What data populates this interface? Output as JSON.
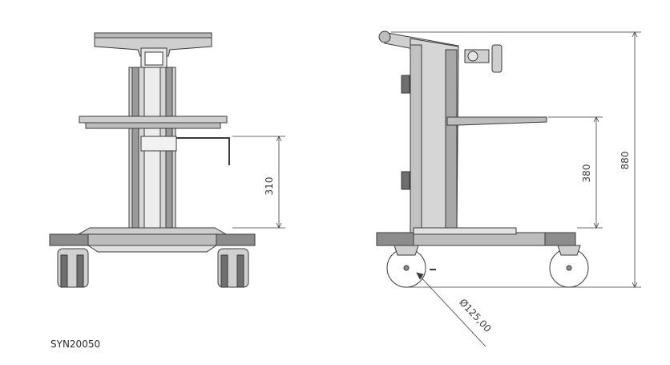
{
  "drawing": {
    "front_view": {
      "dimension_label": "310"
    },
    "side_view": {
      "shelf_height_label": "380",
      "total_height_label": "880",
      "wheel_diameter_label": "Ø125,00"
    },
    "caption": "SYN20050",
    "colors": {
      "line": "#3a3a3a",
      "body_fill": "#d9d9d9",
      "dark_fill": "#8c8c8c",
      "light_fill": "#eeeeee"
    }
  }
}
